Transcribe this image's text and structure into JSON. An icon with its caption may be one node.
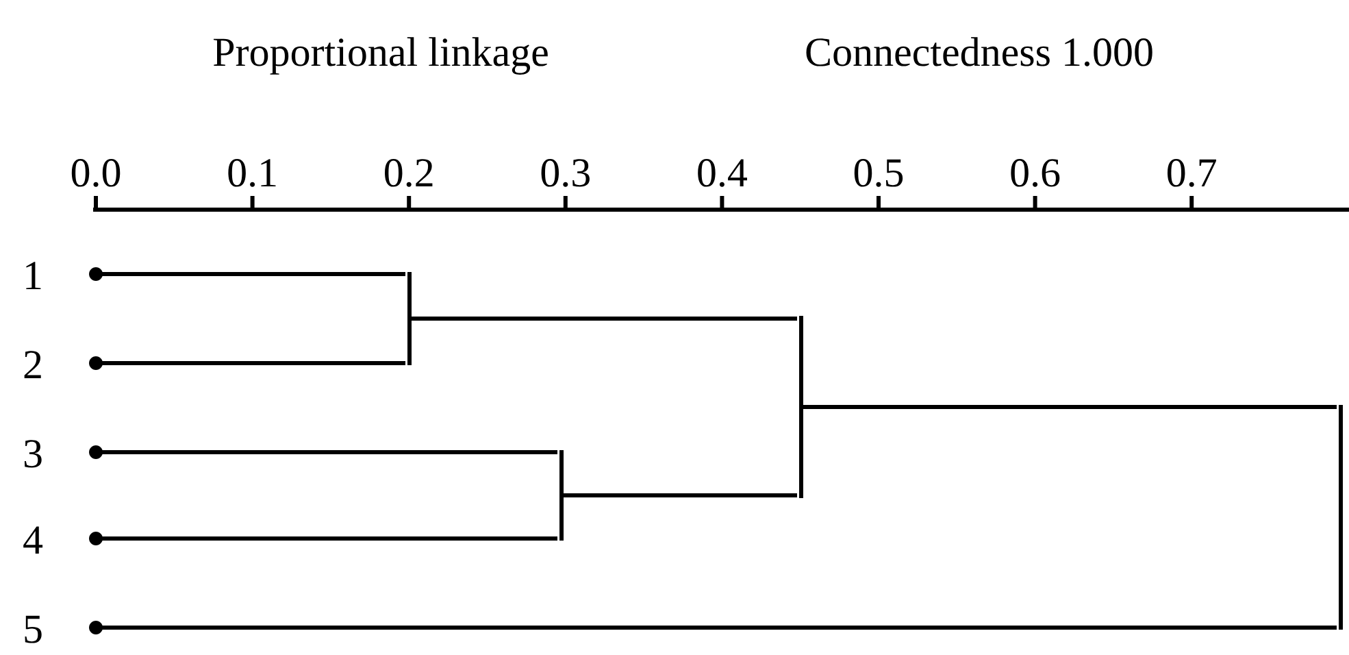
{
  "diagram": {
    "title": "Proportional linkage",
    "nodes": [
      {
        "text": [
          "1"
        ]
      },
      {
        "text": [
          "2"
        ]
      },
      {
        "text": [
          "3"
        ]
      },
      {
        "text": [
          "4"
        ]
      },
      {
        "text": [
          "5"
        ]
      },
      {
        "text": [],
        "shape": "bar"
      },
      {
        "text": [],
        "shape": "bar"
      },
      {
        "text": [],
        "shape": "bar"
      },
      {
        "text": [],
        "shape": "bar"
      }
    ],
    "edges": [
      {
        "from": 0,
        "to": 5,
        "arrow": "none"
      },
      {
        "from": 1,
        "to": 5,
        "arrow": "none"
      },
      {
        "from": 2,
        "to": 6,
        "arrow": "none"
      },
      {
        "from": 3,
        "to": 6,
        "arrow": "none"
      },
      {
        "from": 5,
        "to": 7,
        "arrow": "none"
      },
      {
        "from": 6,
        "to": 7,
        "arrow": "none"
      },
      {
        "from": 7,
        "to": 8,
        "arrow": "none"
      },
      {
        "from": 4,
        "to": 8,
        "arrow": "none"
      }
    ],
    "labels": [
      "Connectedness 1.000",
      "0.0",
      "0.1",
      "0.2",
      "0.3",
      "0.4",
      "0.5",
      "0.6",
      "0.7"
    ]
  }
}
